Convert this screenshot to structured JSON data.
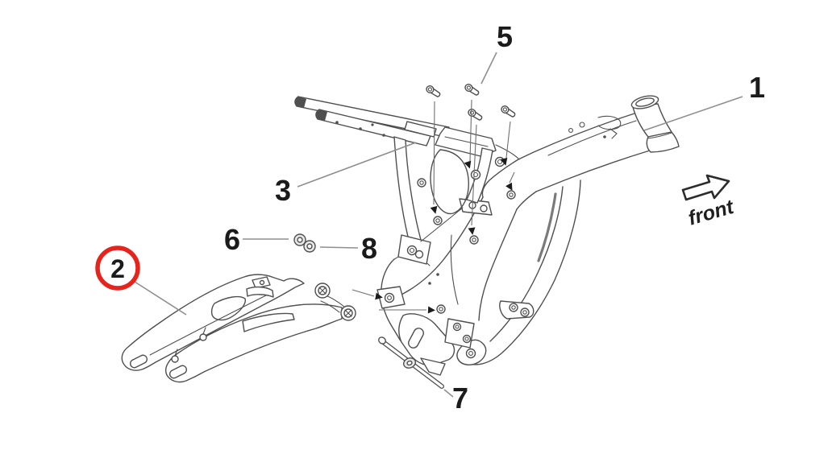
{
  "diagram": {
    "direction_label": "front",
    "colors": {
      "line": "#4f4f4f",
      "label": "#1b1b1b",
      "leader": "#8f8f8f",
      "highlight": "#e8231c",
      "background": "#ffffff"
    }
  },
  "callouts": [
    {
      "label": "1",
      "highlighted": false
    },
    {
      "label": "2",
      "highlighted": true
    },
    {
      "label": "3",
      "highlighted": false
    },
    {
      "label": "5",
      "highlighted": false
    },
    {
      "label": "6",
      "highlighted": false
    },
    {
      "label": "7",
      "highlighted": false
    },
    {
      "label": "8",
      "highlighted": false
    }
  ]
}
